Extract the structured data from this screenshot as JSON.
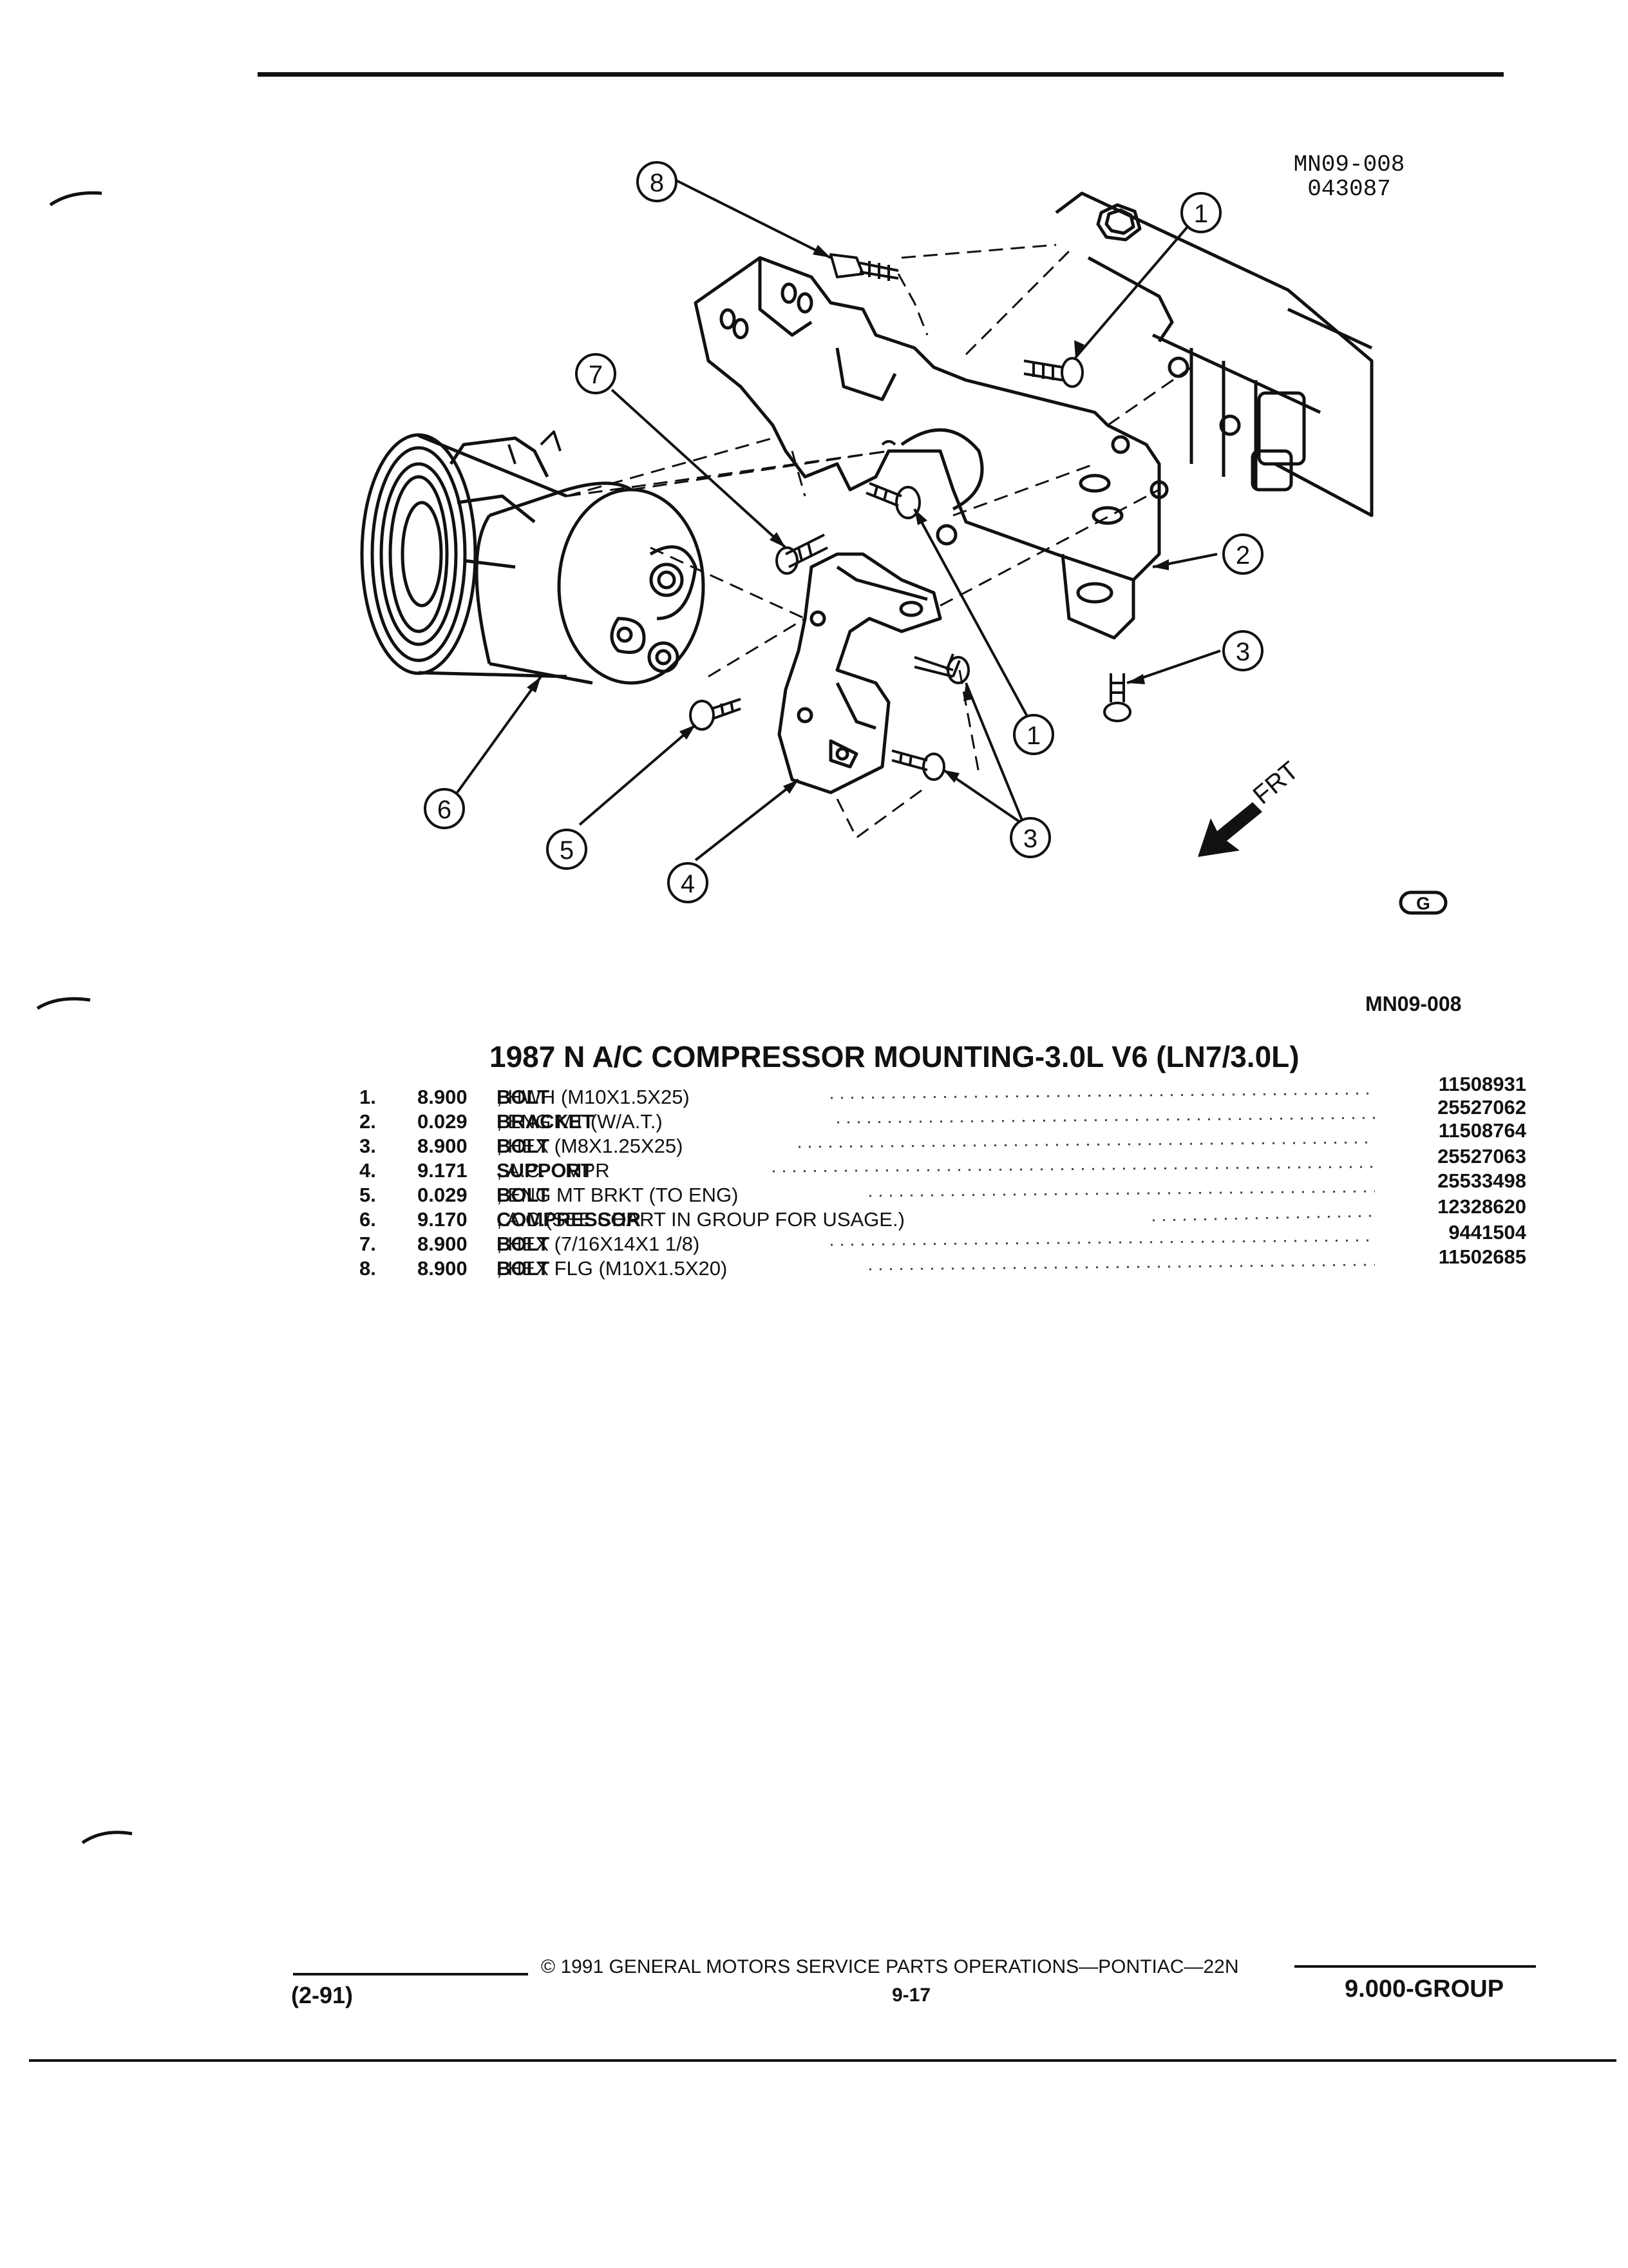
{
  "figure": {
    "id_line1": "MN09-008",
    "id_line2": "043087",
    "caption_id": "MN09-008",
    "callouts": [
      "1",
      "2",
      "3",
      "4",
      "5",
      "6",
      "7",
      "8"
    ],
    "front_label": "FRT",
    "logo": "G"
  },
  "title": "1987 N A/C COMPRESSOR MOUNTING-3.0L V6 (LN7/3.0L)",
  "parts": [
    {
      "num": "1.",
      "group": "8.900",
      "name": "BOLT",
      "desc": ", HWH (M10X1.5X25)",
      "part_no": "11508931"
    },
    {
      "num": "2.",
      "group": "0.029",
      "name": "BRACKET",
      "desc": ", ENG MT (W/A.T.)",
      "part_no": "25527062"
    },
    {
      "num": "3.",
      "group": "8.900",
      "name": "BOLT",
      "desc": ", HEX (M8X1.25X25)",
      "part_no": "11508764"
    },
    {
      "num": "4.",
      "group": "9.171",
      "name": "SUPPORT",
      "desc": ", A.C. CMPR",
      "part_no": "25527063"
    },
    {
      "num": "5.",
      "group": "0.029",
      "name": "BOLT",
      "desc": ", ENG MT BRKT (TO ENG)",
      "part_no": "25533498"
    },
    {
      "num": "6.",
      "group": "9.170",
      "name": "COMPRESSOR",
      "desc": ", A.C.(SEE CHART IN GROUP FOR USAGE.)",
      "part_no": "12328620"
    },
    {
      "num": "7.",
      "group": "8.900",
      "name": "BOLT",
      "desc": ", HEX (7/16X14X1 1/8)",
      "part_no": "9441504"
    },
    {
      "num": "8.",
      "group": "8.900",
      "name": "BOLT",
      "desc": ", HEX FLG (M10X1.5X20)",
      "part_no": "11502685"
    }
  ],
  "footer": {
    "date": "(2-91)",
    "copyright": "© 1991 GENERAL MOTORS SERVICE PARTS OPERATIONS—PONTIAC—22N",
    "page": "9-17",
    "group": "9.000-GROUP"
  }
}
